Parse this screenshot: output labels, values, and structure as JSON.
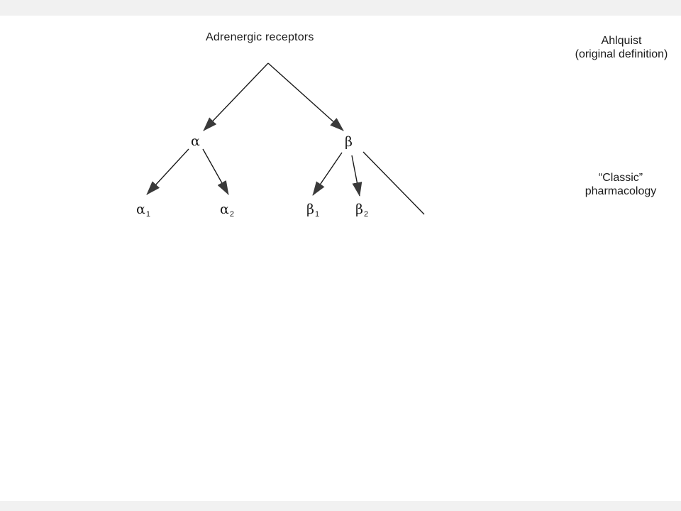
{
  "diagram": {
    "root": {
      "label": "Adrenergic  receptors"
    },
    "level1": [
      {
        "id": "alpha",
        "symbol": "α"
      },
      {
        "id": "beta",
        "symbol": "β"
      }
    ],
    "level2": [
      {
        "id": "alpha1",
        "symbol": "α",
        "subscript": "1"
      },
      {
        "id": "alpha2",
        "symbol": "α",
        "subscript": "2"
      },
      {
        "id": "beta1",
        "symbol": "β",
        "subscript": "1"
      },
      {
        "id": "beta2",
        "symbol": "β",
        "subscript": "2"
      }
    ],
    "side_labels": {
      "ahlquist": {
        "line1": "Ahlquist",
        "line2": "(original definition)"
      },
      "classic": {
        "line1": "“Classic”",
        "line2": "pharmacology"
      }
    },
    "colors": {
      "ink": "#1a1a1a",
      "arrowhead": "#3a3a3a",
      "page": "#ffffff",
      "edge": "#f1f1f1"
    }
  }
}
